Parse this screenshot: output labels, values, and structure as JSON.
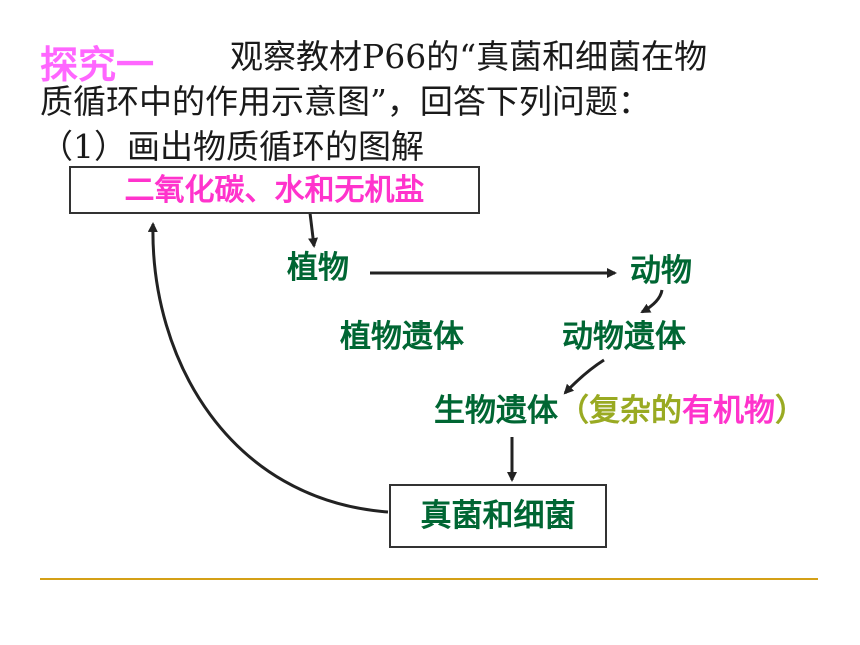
{
  "heading": {
    "title": "探究一",
    "line1": "观察教材P66的“真菌和细菌在物",
    "line2": "质循环中的作用示意图”，回答下列问题：",
    "line3": "（1）画出物质循环的图解"
  },
  "nodes": {
    "inorganic": "二氧化碳、水和无机盐",
    "plant": "植物",
    "animal": "动物",
    "plant_remains": "植物遗体",
    "animal_remains": "动物遗体",
    "bio_remains": "生物遗体",
    "paren_open": "（",
    "complex": "复杂的",
    "organic": "有机物",
    "paren_close": "）",
    "fungi_bacteria": "真菌和细菌"
  },
  "colors": {
    "title": "#ff66ff",
    "node_text": "#006633",
    "inorganic_text": "#ff33cc",
    "paren_text": "#99aa22",
    "rule": "#d4a017"
  }
}
